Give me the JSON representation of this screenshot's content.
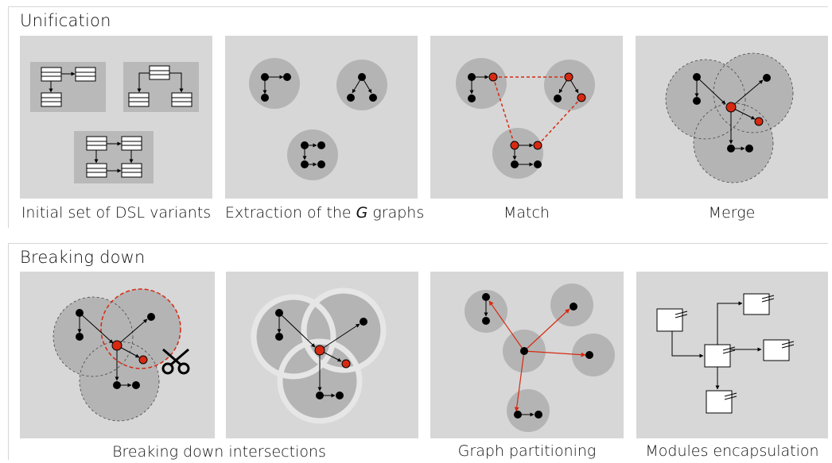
{
  "sections": {
    "unification": {
      "title": "Unification",
      "captions": {
        "initial": "Initial set of DSL variants",
        "extraction_prefix": "Extraction of the ",
        "extraction_symbol": "G",
        "extraction_suffix": " graphs",
        "match": "Match",
        "merge": "Merge"
      }
    },
    "breaking_down": {
      "title": "Breaking down",
      "captions": {
        "intersections": "Breaking down intersections",
        "partitioning": "Graph partitioning",
        "encapsulation": "Modules encapsulation"
      }
    }
  },
  "colors": {
    "panel": "#d7d7d7",
    "circle": "#b4b4b4",
    "node": "#000000",
    "highlight": "#d62a12",
    "module_box": "#ffffff",
    "dsl_bg": "#b9b9b9"
  },
  "icons": [
    "scissors-icon"
  ]
}
